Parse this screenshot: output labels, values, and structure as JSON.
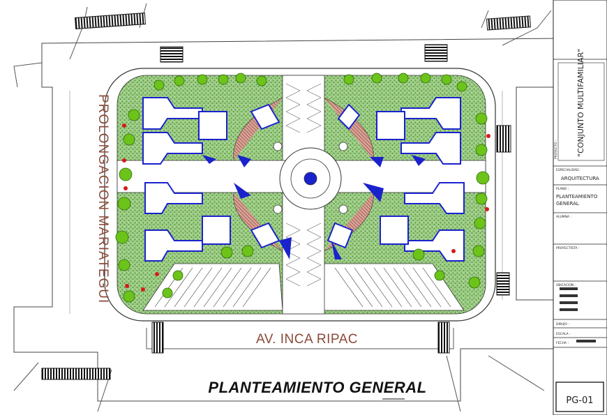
{
  "drawing": {
    "title": "PLANTEAMIENTO GENERAL",
    "streets": {
      "left": "PROLONGACION MARIATEGUI",
      "bottom": "AV. INCA RIPAC"
    }
  },
  "title_block": {
    "proyecto_label": "PROYECTO :",
    "proyecto_value": "\"CONJUNTO MULTIFAMILIAR\"",
    "especialidad_label": "ESPECIALIDAD :",
    "especialidad_value": "ARQUITECTURA",
    "plano_label": "PLANO :",
    "plano_value_1": "PLANTEAMIENTO",
    "plano_value_2": "GENERAL",
    "alumna_label": "ALUMNA :",
    "proyectista_label": "PROYECTISTA :",
    "ubicacion_label": "UBICACION :",
    "dibujo_label": "DIBUJO :",
    "escala_label": "ESCALA :",
    "fecha_label": "FECHA :",
    "sheet_number": "PG-01"
  },
  "colors": {
    "grass": "#7fb36a",
    "trees": "#5aa02c",
    "buildings": "#1a22cc",
    "paving": "#b55a4e",
    "street_text": "#8a4a38",
    "outline": "#333333"
  }
}
